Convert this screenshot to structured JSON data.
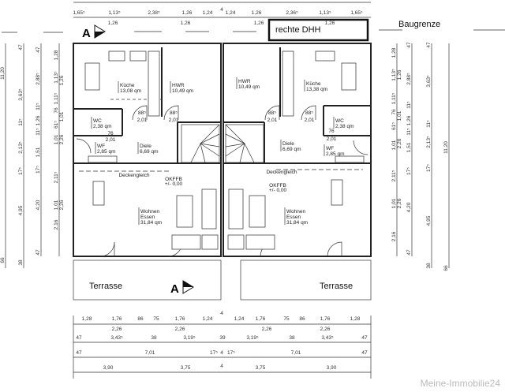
{
  "labels": {
    "baugrenze": "Baugrenze",
    "rechte_dhh": "rechte DHH",
    "section_marker": "A",
    "terrasse_left": "Terrasse",
    "terrasse_right": "Terrasse",
    "watermark": "Meine-Immobilie24"
  },
  "rooms_left": [
    {
      "name": "Küche",
      "area": "13,08 qm"
    },
    {
      "name": "HWR",
      "area": "10,49 qm"
    },
    {
      "name": "WC",
      "area": "2,38 qm"
    },
    {
      "name": "WF",
      "area": "2,85 qm"
    },
    {
      "name": "Diele",
      "area": "6,69 qm"
    },
    {
      "name": "Wohnen Essen",
      "area": "31,84 qm"
    }
  ],
  "rooms_right": [
    {
      "name": "HWR",
      "area": "10,49 qm"
    },
    {
      "name": "Küche",
      "area": "13,38 qm"
    },
    {
      "name": "WC",
      "area": "2,38 qm"
    },
    {
      "name": "WF",
      "area": "2,85 qm"
    },
    {
      "name": "Diele",
      "area": "6,69 qm"
    },
    {
      "name": "Wohnen Essen",
      "area": "31,84 qm"
    }
  ],
  "notes_left": [
    "88⁵",
    "2,01",
    "88⁵",
    "2,01",
    "76",
    "2,01",
    "Deckengleich",
    "OKFFB",
    "+/- 0,00"
  ],
  "notes_right": [
    "88⁵",
    "2,01",
    "88⁵",
    "2,01",
    "76",
    "2,01",
    "Deckengleich",
    "OKFFB",
    "+/- 0,00"
  ],
  "dims": {
    "top": [
      "1,65⁵",
      "1,13⁵",
      "2,38⁵",
      "1,26",
      "1,24",
      "4",
      "1,24",
      "1,26",
      "2,36⁵",
      "1,13⁵",
      "1,65⁵",
      "1,26",
      "1,26",
      "1,26",
      "1,26"
    ],
    "bottom_1": [
      "1,28",
      "1,76",
      "86",
      "75",
      "1,76",
      "1,24",
      "4",
      "1,24",
      "1,76",
      "75",
      "86",
      "1,76",
      "1,28",
      "2,26",
      "2,26",
      "2,26",
      "2,26"
    ],
    "bottom_2": [
      "47",
      "3,43⁵",
      "38",
      "3,19⁵",
      "39",
      "3,19⁵",
      "38",
      "3,43⁵",
      "47"
    ],
    "bottom_3": [
      "47",
      "7,01",
      "17⁵",
      "4",
      "17⁵",
      "7,01",
      "47"
    ],
    "bottom_4": [
      "3,90",
      "3,75",
      "4",
      "3,75",
      "3,90"
    ],
    "left_1": [
      "11,20",
      "66"
    ],
    "left_2": [
      "47",
      "3,63⁵",
      "11⁵",
      "2,13⁵",
      "17⁵",
      "4,95",
      "38"
    ],
    "left_3": [
      "47",
      "2,88⁵",
      "11⁵",
      "1,26",
      "11⁵",
      "1,51",
      "17⁵",
      "4,20",
      "47"
    ],
    "left_4": [
      "1,28",
      "1,13⁵",
      "1,26",
      "1,11⁵",
      "76",
      "1,01",
      "61⁵",
      "1,01",
      "2,26",
      "2,11⁵",
      "1,01",
      "2,26",
      "2,16"
    ],
    "right_1": [
      "1,28",
      "1,13⁵",
      "1,26",
      "1,11⁵",
      "76",
      "1,01",
      "61⁵",
      "1,01",
      "2,26",
      "2,11⁵",
      "1,01",
      "2,26",
      "2,16"
    ],
    "right_2": [
      "47",
      "2,88⁵",
      "11⁵",
      "1,26",
      "11⁵",
      "1,51",
      "17⁵",
      "4,20",
      "47"
    ],
    "right_3": [
      "47",
      "3,63⁵",
      "11⁵",
      "2,13⁵",
      "17⁵",
      "4,95",
      "38"
    ],
    "right_4": [
      "11,20",
      "66"
    ]
  }
}
